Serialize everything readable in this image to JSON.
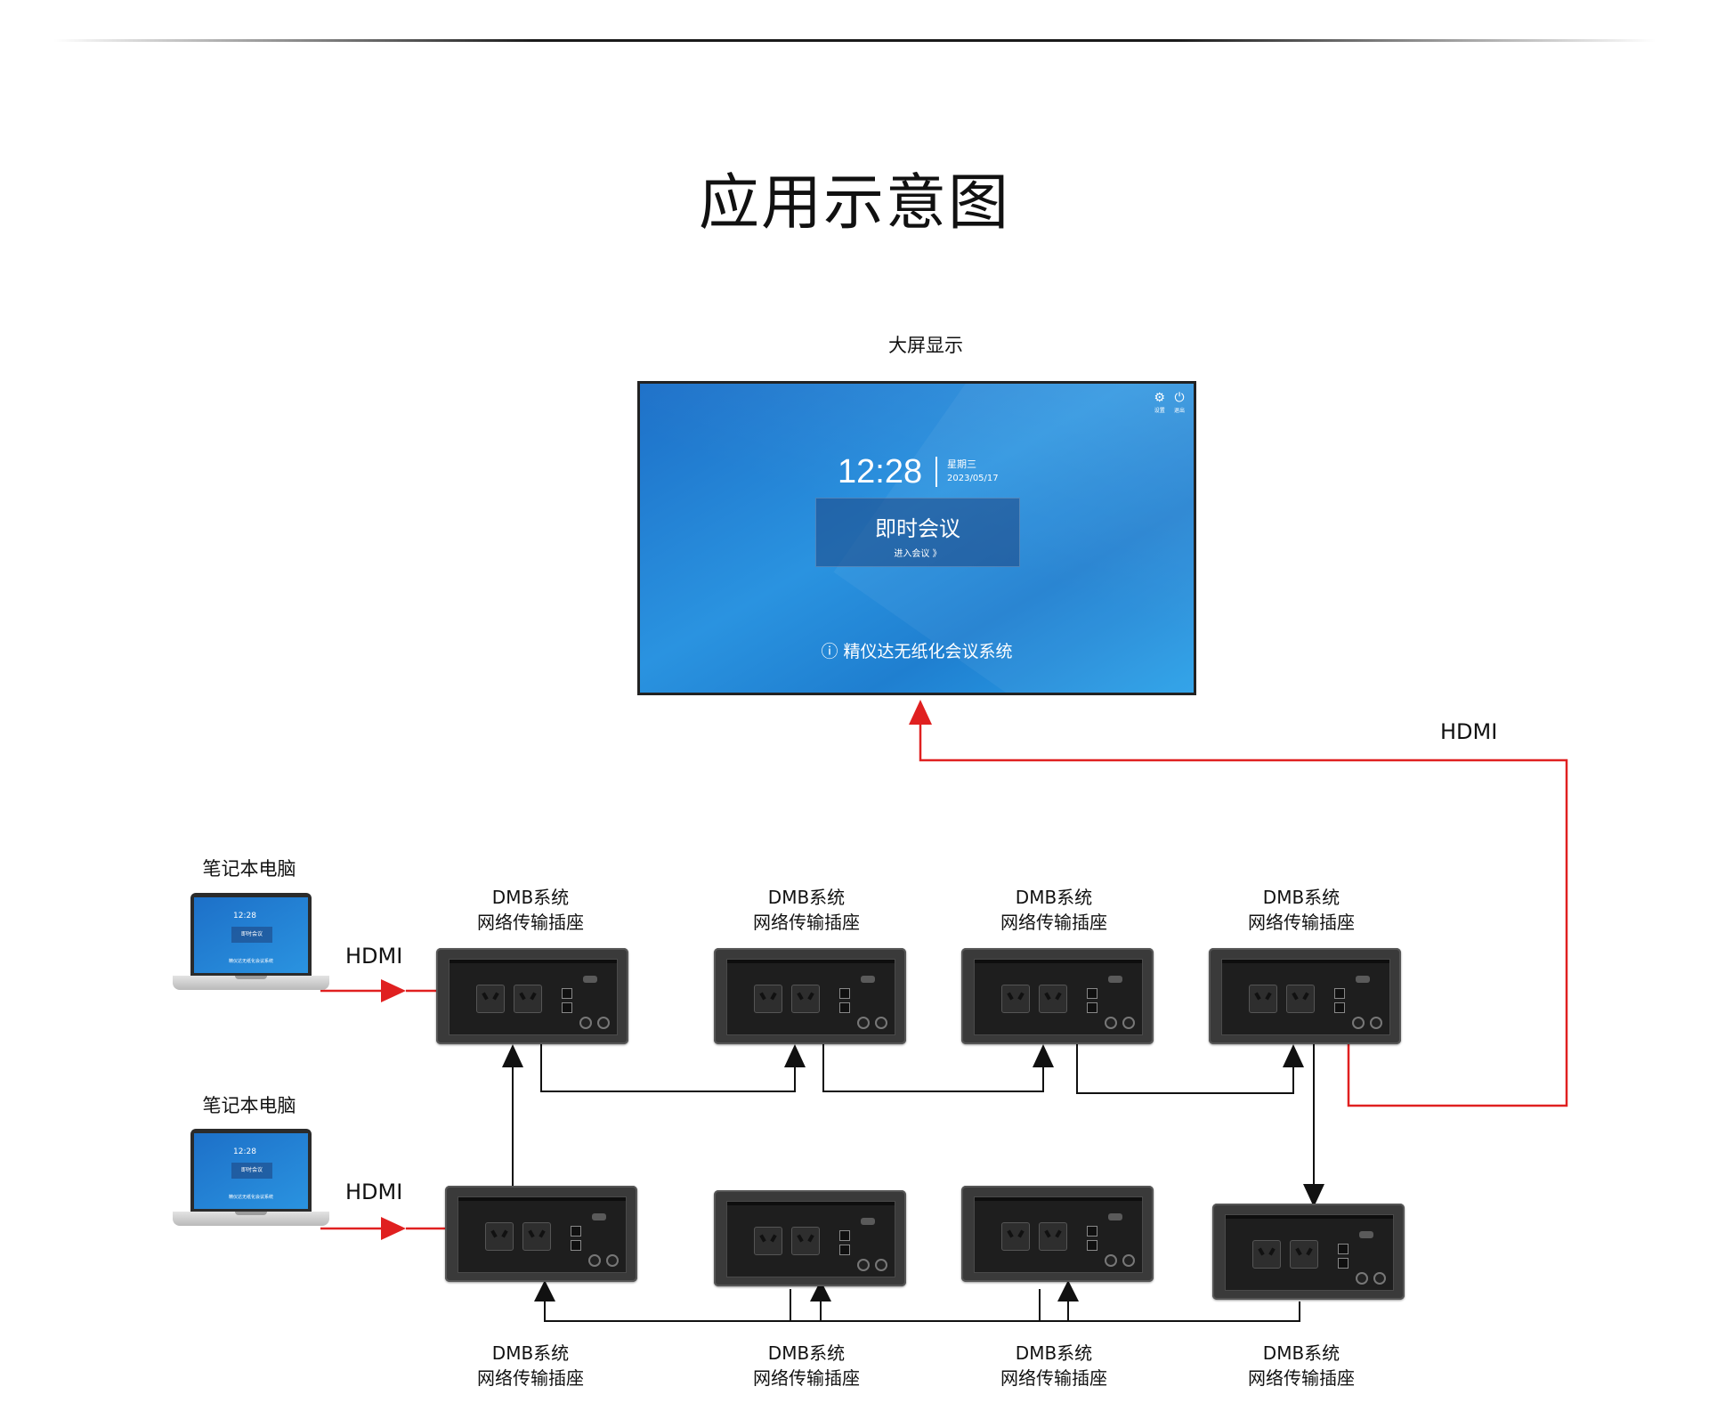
{
  "title": "应用示意图",
  "screen_label": "大屏显示",
  "screen": {
    "time": "12:28",
    "weekday": "星期三",
    "date": "2023/05/17",
    "button_title": "即时会议",
    "button_sub": "进入会议 》",
    "footer": "ⓘ 精仪达无纸化会议系统",
    "settings_label": "设置",
    "exit_label": "退出"
  },
  "laptop_label": "笔记本电脑",
  "laptop_screen": {
    "time": "12:28",
    "button": "即时会议",
    "footer": "精仪达无纸化会议系统"
  },
  "hdmi_label": "HDMI",
  "socket_label": {
    "line1": "DMB系统",
    "line2": "网络传输插座"
  },
  "colors": {
    "hdmi_line": "#e02020",
    "link_line": "#1a1a1a",
    "screen_blue": "#2a93e0"
  }
}
